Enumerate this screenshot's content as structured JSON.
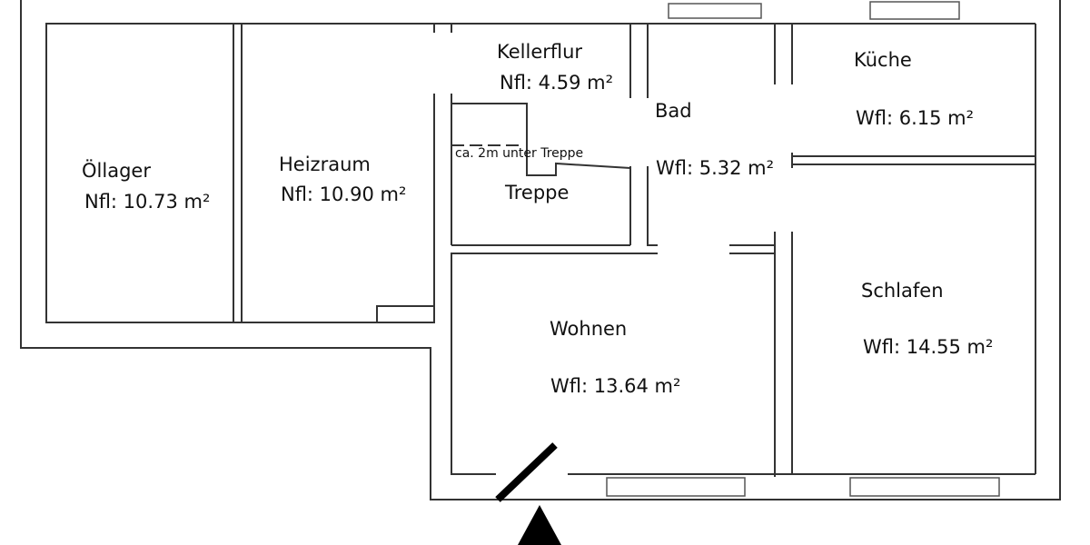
{
  "plan": {
    "rooms": [
      {
        "name": "Öllager",
        "area": "Nfl: 10.73 m²"
      },
      {
        "name": "Heizraum",
        "area": "Nfl: 10.90 m²"
      },
      {
        "name": "Kellerflur",
        "area": "Nfl: 4.59 m²"
      },
      {
        "name": "Bad",
        "area": "Wfl: 5.32 m²"
      },
      {
        "name": "Küche",
        "area": "Wfl: 6.15 m²"
      },
      {
        "name": "Treppe",
        "note": "ca. 2m unter Treppe"
      },
      {
        "name": "Wohnen",
        "area": "Wfl: 13.64 m²"
      },
      {
        "name": "Schlafen",
        "area": "Wfl: 14.55 m²"
      }
    ],
    "entrance_icon": "entrance-arrow-icon",
    "colors": {
      "wall": "#333333",
      "window": "#555555",
      "text": "#111111"
    }
  }
}
